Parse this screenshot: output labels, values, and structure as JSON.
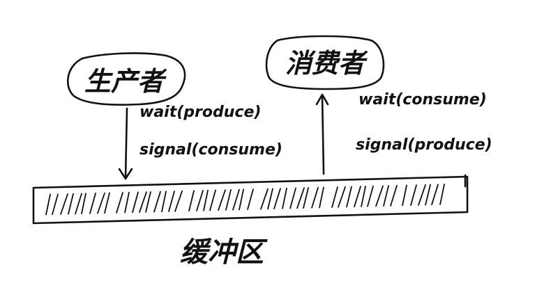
{
  "producer": {
    "label": "生产者",
    "ops": [
      "wait(produce)",
      "signal(consume)"
    ]
  },
  "consumer": {
    "label": "消费者",
    "ops": [
      "wait(consume)",
      "signal(produce)"
    ]
  },
  "buffer": {
    "label": "缓冲区"
  },
  "colors": {
    "ink": "#111111",
    "paper": "#ffffff"
  }
}
